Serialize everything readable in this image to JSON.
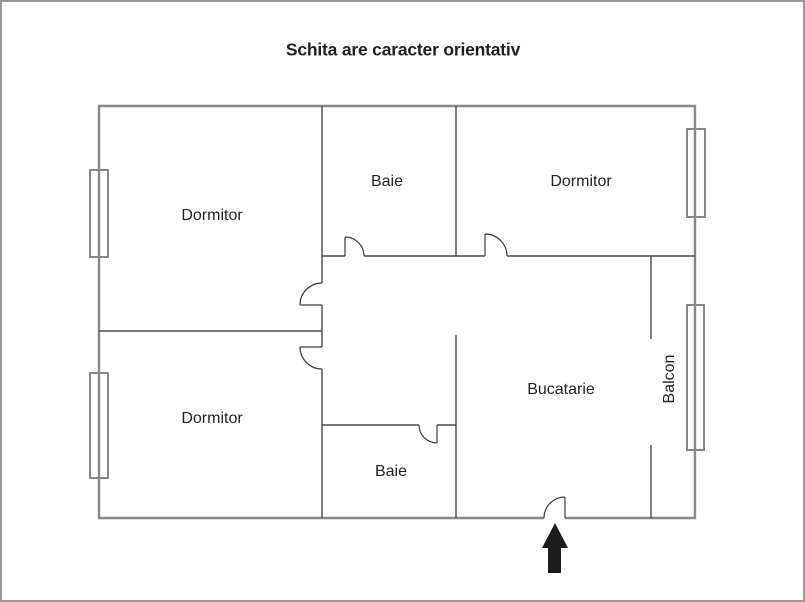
{
  "title": "Schita are caracter orientativ",
  "rooms": {
    "dormitor_top_left": "Dormitor",
    "baie_top": "Baie",
    "dormitor_top_right": "Dormitor",
    "dormitor_bottom_left": "Dormitor",
    "baie_bottom": "Baie",
    "bucatarie": "Bucatarie",
    "balcon": "Balcon"
  },
  "icons": {
    "entrance_arrow": "up-arrow"
  },
  "colors": {
    "wall_outer": "#878787",
    "wall_interior": "#4a4a4a",
    "text": "#231f20",
    "arrow": "#1c1c1c",
    "canvas_border": "#9a9a9a",
    "background": "#ffffff"
  }
}
